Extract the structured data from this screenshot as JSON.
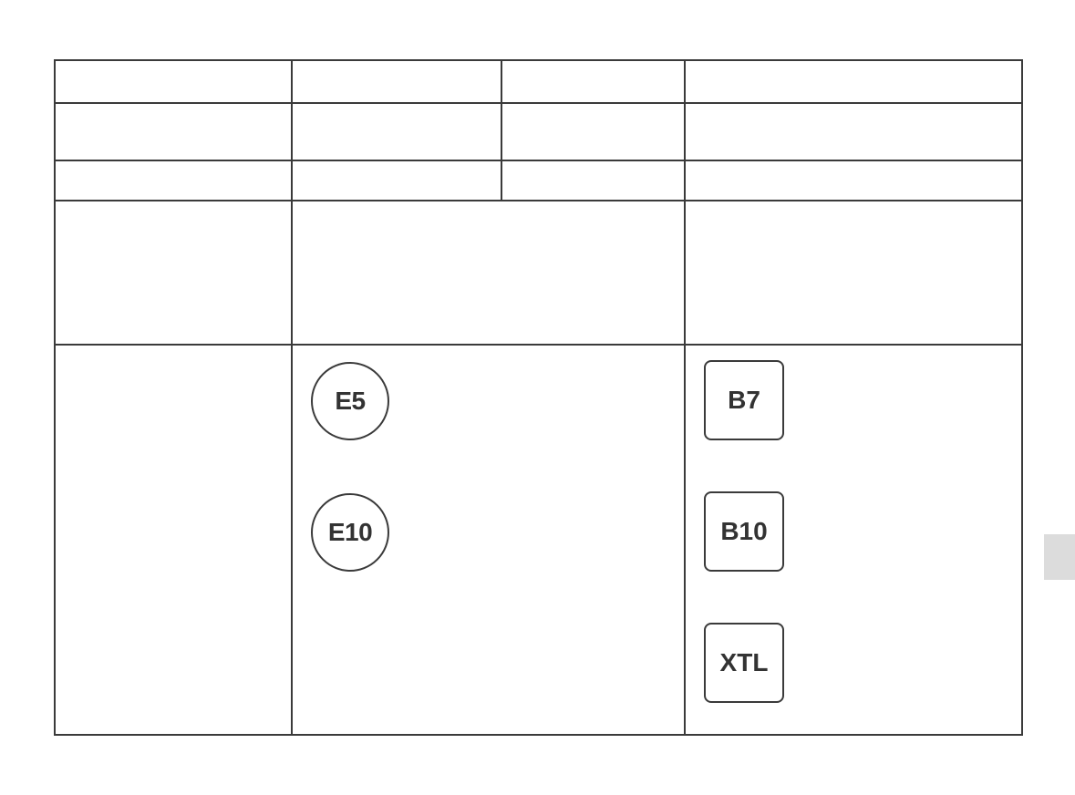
{
  "fuel_labels": {
    "petrol": [
      {
        "label": "E5",
        "icon": "circle-fuel-icon"
      },
      {
        "label": "E10",
        "icon": "circle-fuel-icon"
      }
    ],
    "diesel": [
      {
        "label": "B7",
        "icon": "square-fuel-icon"
      },
      {
        "label": "B10",
        "icon": "square-fuel-icon"
      },
      {
        "label": "XTL",
        "icon": "square-fuel-icon"
      }
    ]
  },
  "colors": {
    "border": "#3a3a3a",
    "text": "#333333",
    "side_tab": "#dcdcdc"
  }
}
